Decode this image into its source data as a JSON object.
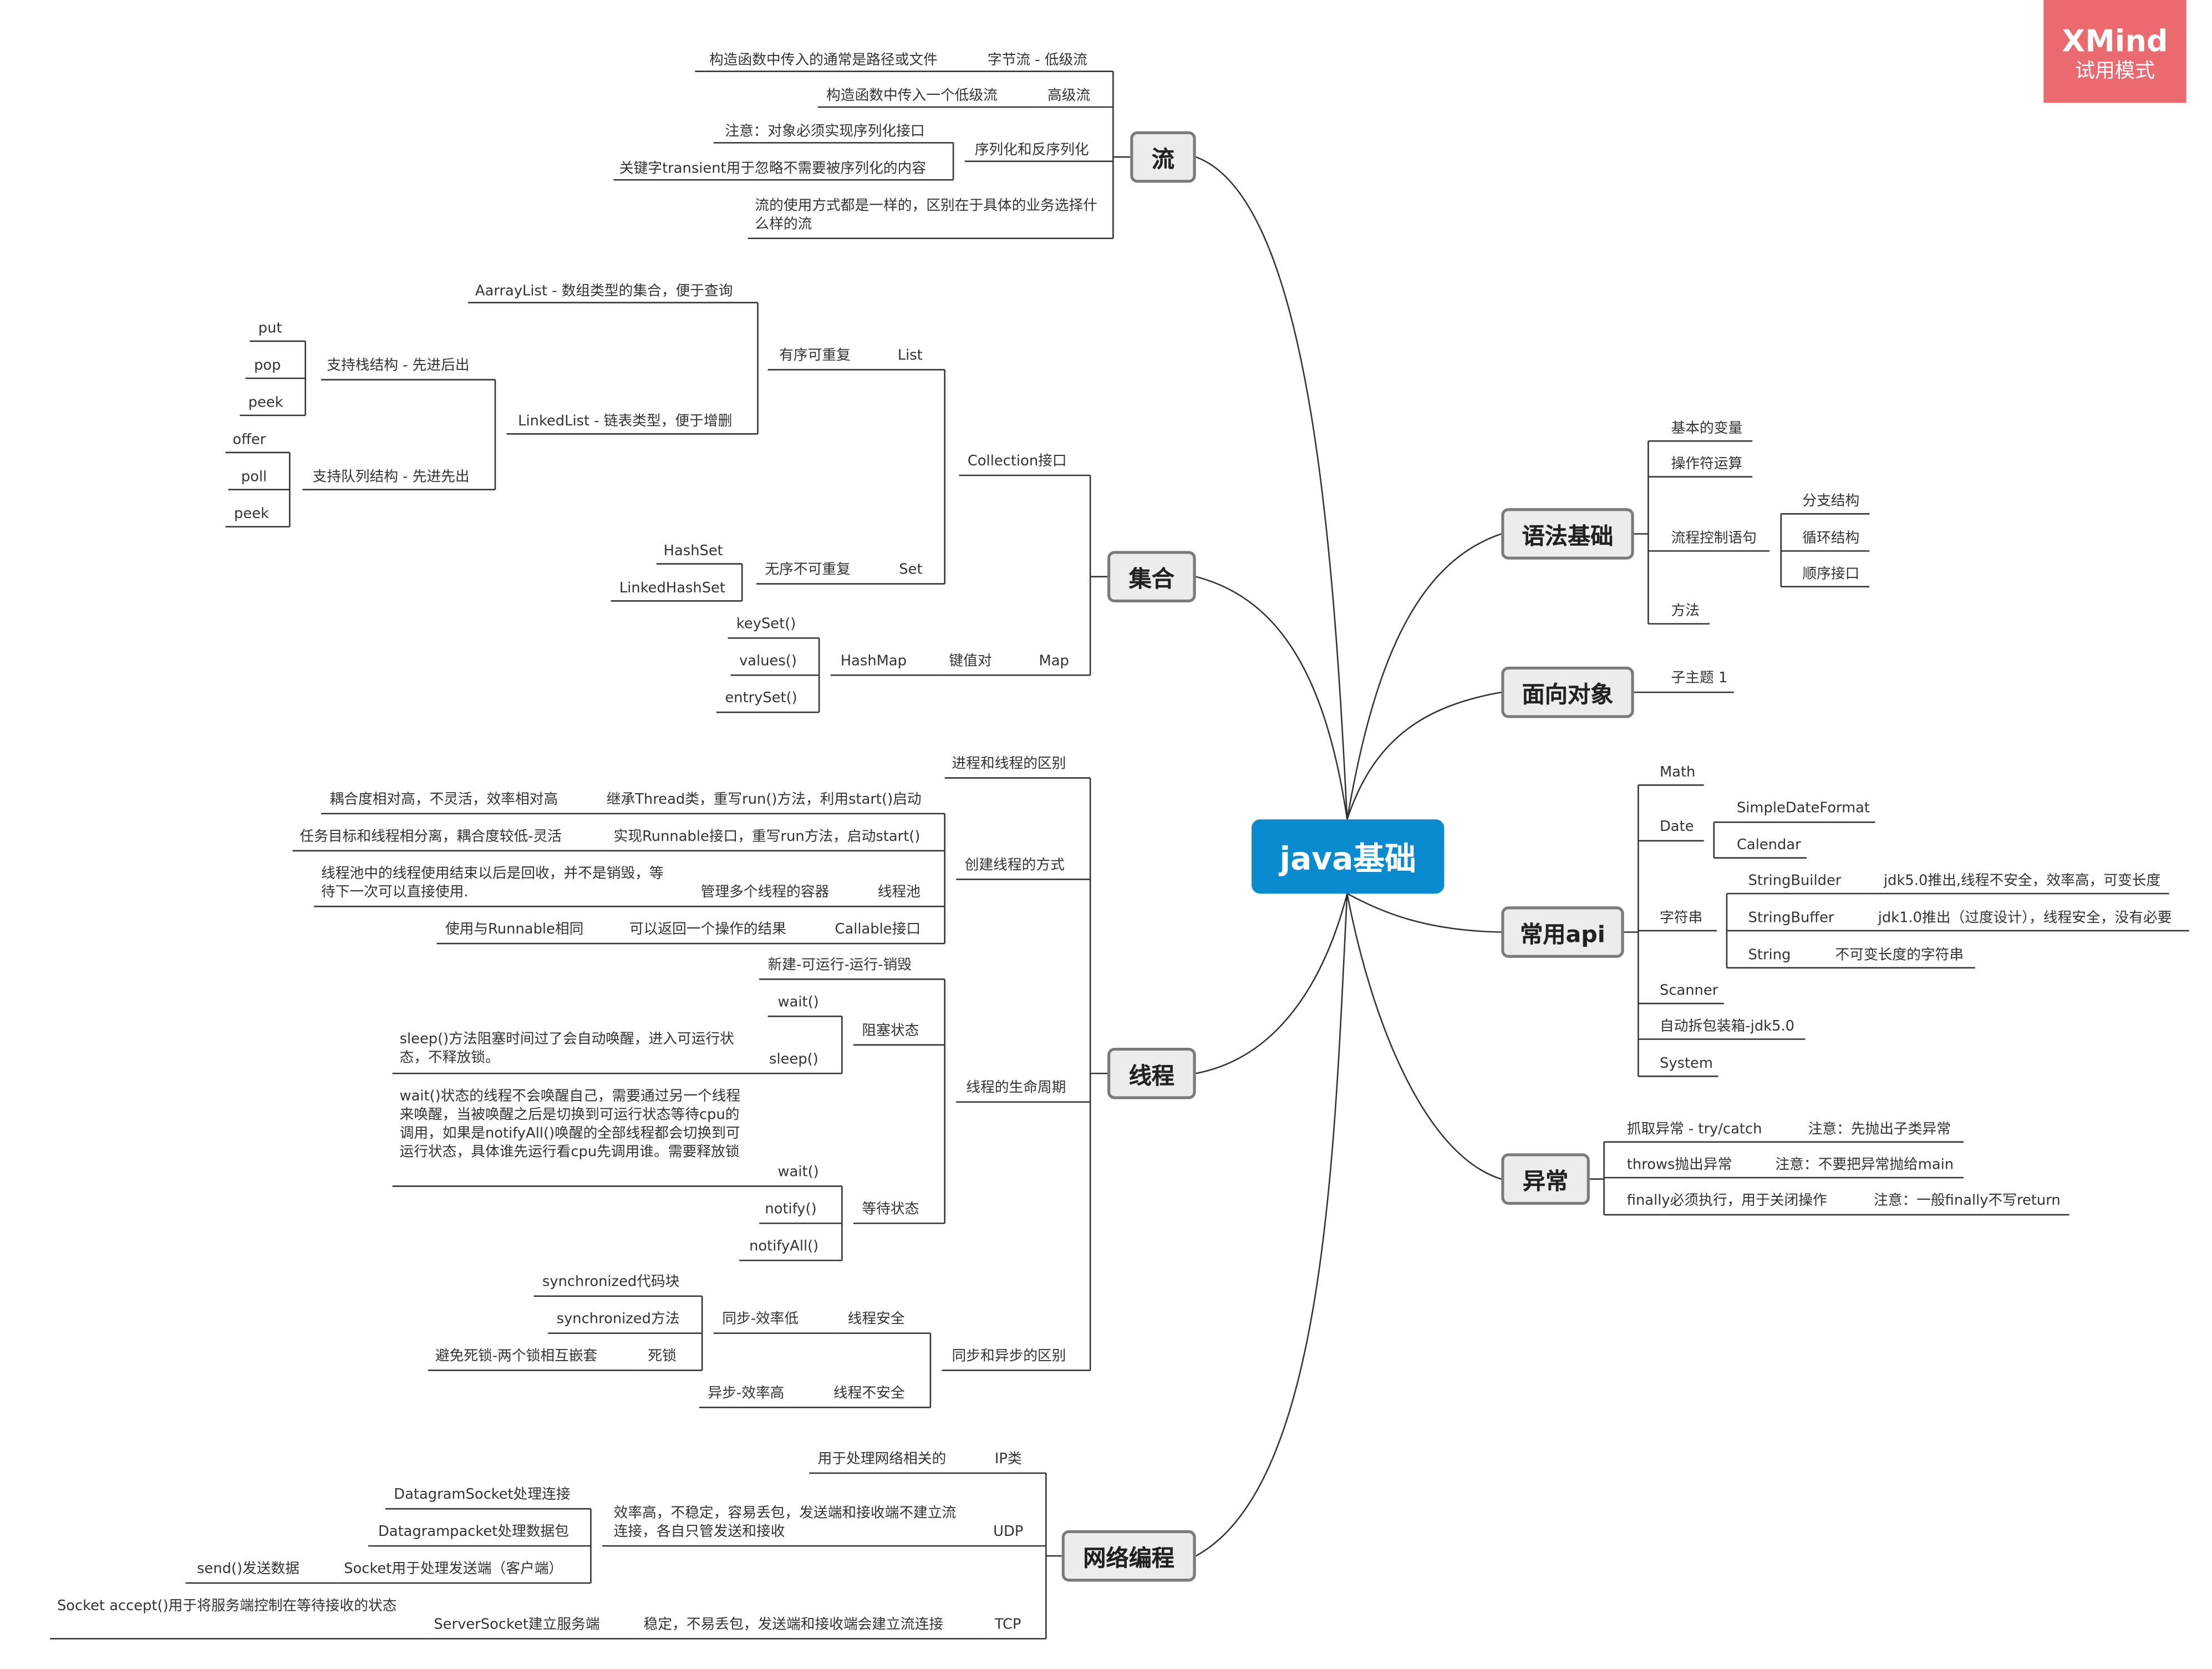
{
  "brand": {
    "name": "XMind",
    "mode": "试用模式",
    "color": "#ea6a6f"
  },
  "center": {
    "label": "java基础",
    "color": "#0a8bd0"
  },
  "branches": {
    "stream": "流",
    "collection": "集合",
    "thread": "线程",
    "network": "网络编程",
    "syntax": "语法基础",
    "oop": "面向对象",
    "api": "常用api",
    "exception": "异常"
  },
  "stream": {
    "byte_stream": "字节流 - 低级流",
    "byte_ctor": "构造函数中传入的通常是路径或文件",
    "high_stream": "高级流",
    "high_ctor": "构造函数中传入一个低级流",
    "serial": "序列化和反序列化",
    "serial_note": "注意：对象必须实现序列化接口",
    "transient": "关键字transient用于忽略不需要被序列化的内容",
    "usage": "流的使用方式都是一样的，区别在于具体的业务选择什么样的流"
  },
  "collection": {
    "collection_if": "Collection接口",
    "list": "List",
    "list_desc": "有序可重复",
    "arraylist": "AarrayList - 数组类型的集合，便于查询",
    "linkedlist": "LinkedList - 链表类型，便于增删",
    "stack": "支持栈结构 - 先进后出",
    "put": "put",
    "pop": "pop",
    "peek1": "peek",
    "queue": "支持队列结构 - 先进先出",
    "offer": "offer",
    "poll": "poll",
    "peek2": "peek",
    "set": "Set",
    "set_desc": "无序不可重复",
    "hashset": "HashSet",
    "linkedhashset": "LinkedHashSet",
    "map": "Map",
    "map_desc": "键值对",
    "hashmap": "HashMap",
    "keyset": "keySet()",
    "values": "values()",
    "entryset": "entrySet()"
  },
  "thread": {
    "proc_diff": "进程和线程的区别",
    "create": "创建线程的方式",
    "ext_thread": "继承Thread类，重写run()方法，利用start()启动",
    "ext_note": "耦合度相对高，不灵活，效率相对高",
    "runnable": "实现Runnable接口，重写run方法，启动start()",
    "runnable_note": "任务目标和线程相分离，耦合度较低-灵活",
    "pool": "线程池",
    "pool_desc": "管理多个线程的容器",
    "pool_note": "线程池中的线程使用结束以后是回收，并不是销毁，等待下一次可以直接使用.",
    "callable": "Callable接口",
    "callable_desc": "可以返回一个操作的结果",
    "callable_note": "使用与Runnable相同",
    "lifecycle": "线程的生命周期",
    "states": "新建-可运行-运行-销毁",
    "blocked": "阻塞状态",
    "wait1": "wait()",
    "sleep": "sleep()",
    "sleep_note": "sleep()方法阻塞时间过了会自动唤醒，进入可运行状态，不释放锁。",
    "waiting": "等待状态",
    "wait2": "wait()",
    "wait_note": "wait()状态的线程不会唤醒自己，需要通过另一个线程来唤醒，当被唤醒之后是切换到可运行状态等待cpu的调用，如果是notifyAll()唤醒的全部线程都会切换到可运行状态，具体谁先运行看cpu先调用谁。需要释放锁",
    "notify": "notify()",
    "notifyall": "notifyAll()",
    "syncdiff": "同步和异步的区别",
    "safe": "线程安全",
    "sync_slow": "同步-效率低",
    "sync_block": "synchronized代码块",
    "sync_method": "synchronized方法",
    "deadlock": "死锁",
    "deadlock_note": "避免死锁-两个锁相互嵌套",
    "unsafe": "线程不安全",
    "async_fast": "异步-效率高"
  },
  "network": {
    "ip": "IP类",
    "ip_desc": "用于处理网络相关的",
    "udp": "UDP",
    "udp_desc": "效率高，不稳定，容易丢包，发送端和接收端不建立流连接，各自只管发送和接收",
    "dg_socket": "DatagramSocket处理连接",
    "dg_packet": "Datagrampacket处理数据包",
    "socket_client": "Socket用于处理发送端（客户端）",
    "send": "send()发送数据",
    "tcp": "TCP",
    "tcp_desc": "稳定，不易丢包，发送端和接收端会建立流连接",
    "server_socket": "ServerSocket建立服务端",
    "accept": "Socket  accept()用于将服务端控制在等待接收的状态"
  },
  "syntax": {
    "vars": "基本的变量",
    "ops": "操作符运算",
    "flow": "流程控制语句",
    "branch": "分支结构",
    "loop": "循环结构",
    "seq": "顺序接口",
    "method": "方法"
  },
  "oop": {
    "sub": "子主题 1"
  },
  "api": {
    "math": "Math",
    "date": "Date",
    "sdf": "SimpleDateFormat",
    "calendar": "Calendar",
    "string_group": "字符串",
    "sb": "StringBuilder",
    "sb_note": "jdk5.0推出,线程不安全，效率高，可变长度",
    "sbuf": "StringBuffer",
    "sbuf_note": "jdk1.0推出（过度设计），线程安全，没有必要",
    "str": "String",
    "str_note": "不可变长度的字符串",
    "scanner": "Scanner",
    "boxing": "自动拆包装箱-jdk5.0",
    "system": "System"
  },
  "exception": {
    "catch": "抓取异常 - try/catch",
    "catch_note": "注意：先抛出子类异常",
    "throws": "throws抛出异常",
    "throws_note": "注意：不要把异常抛给main",
    "finally": "finally必须执行，用于关闭操作",
    "finally_note": "注意：一般finally不写return"
  }
}
